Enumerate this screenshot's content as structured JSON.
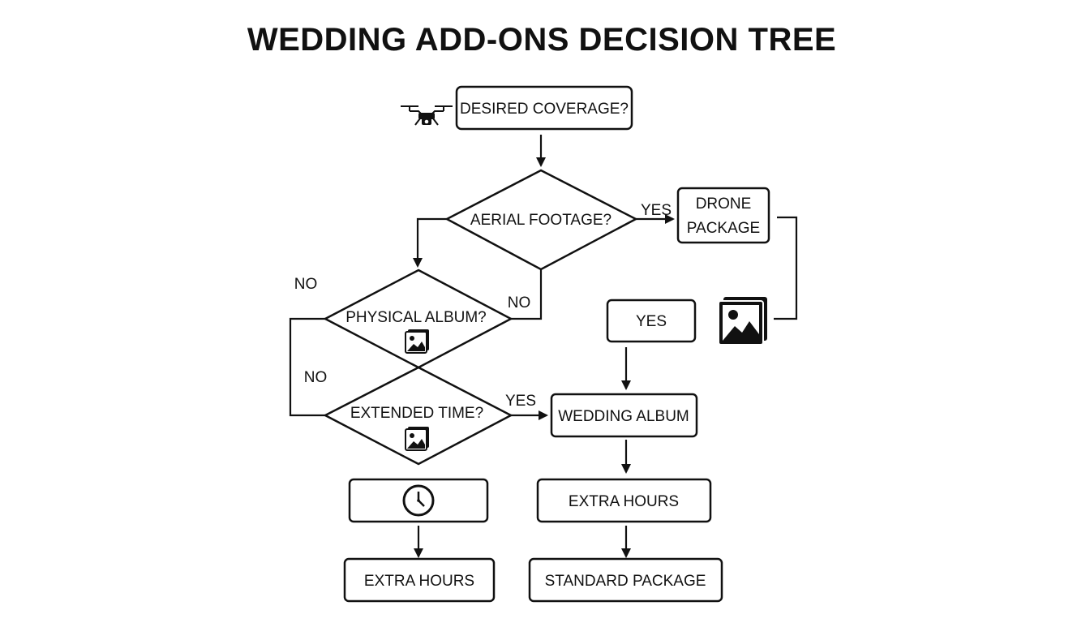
{
  "title": "WEDDING ADD-ONS DECISION TREE",
  "nodes": {
    "desired_coverage": "DESIRED COVERAGE?",
    "aerial_footage": "AERIAL FOOTAGE?",
    "drone_package_line1": "DRONE",
    "drone_package_line2": "PACKAGE",
    "physical_album": "PHYSICAL ALBUM?",
    "extended_time": "EXTENDED TIME?",
    "yes_box": "YES",
    "wedding_album": "WEDDING ALBUM",
    "extra_hours_right": "EXTRA HOURS",
    "standard_package": "STANDARD PACKAGE",
    "extra_hours_left": "EXTRA HOURS"
  },
  "edge_labels": {
    "aerial_yes": "YES",
    "aerial_no_left": "NO",
    "aerial_no_right": "NO",
    "album_no": "NO",
    "extended_yes": "YES"
  },
  "icons": {
    "coverage": "drone-icon",
    "drone_package": "photo-icon",
    "physical_album": "photo-icon",
    "extended_time": "photo-icon",
    "left_box": "clock-icon"
  }
}
